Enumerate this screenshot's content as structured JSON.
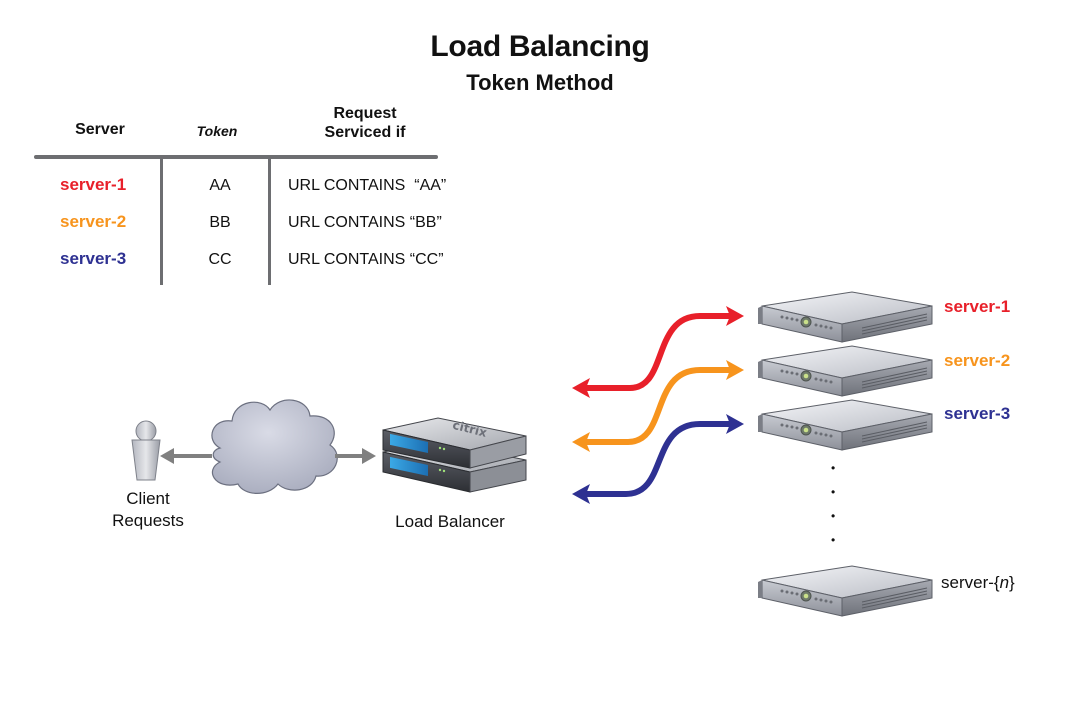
{
  "title": "Load Balancing",
  "subtitle": "Token Method",
  "colors": {
    "server1": "#e8202a",
    "server2": "#f7941d",
    "server3": "#2e3192",
    "connector": "#808080",
    "table_rule": "#6d6e71"
  },
  "table": {
    "headers": {
      "server": "Server",
      "token": "Token",
      "condition_line1": "Request",
      "condition_line2": "Serviced if"
    },
    "rows": [
      {
        "server": "server-1",
        "token": "AA",
        "condition": "URL CONTAINS  “AA”"
      },
      {
        "server": "server-2",
        "token": "BB",
        "condition": "URL CONTAINS “BB”"
      },
      {
        "server": "server-3",
        "token": "CC",
        "condition": "URL CONTAINS “CC”"
      }
    ]
  },
  "diagram": {
    "client_label_line1": "Client",
    "client_label_line2": "Requests",
    "load_balancer_label": "Load Balancer",
    "load_balancer_brand": "citrix",
    "servers": [
      {
        "label": "server-1"
      },
      {
        "label": "server-2"
      },
      {
        "label": "server-3"
      }
    ],
    "ellipsis": "•",
    "last_server_prefix": "server-{",
    "last_server_var": "n",
    "last_server_suffix": "}"
  }
}
